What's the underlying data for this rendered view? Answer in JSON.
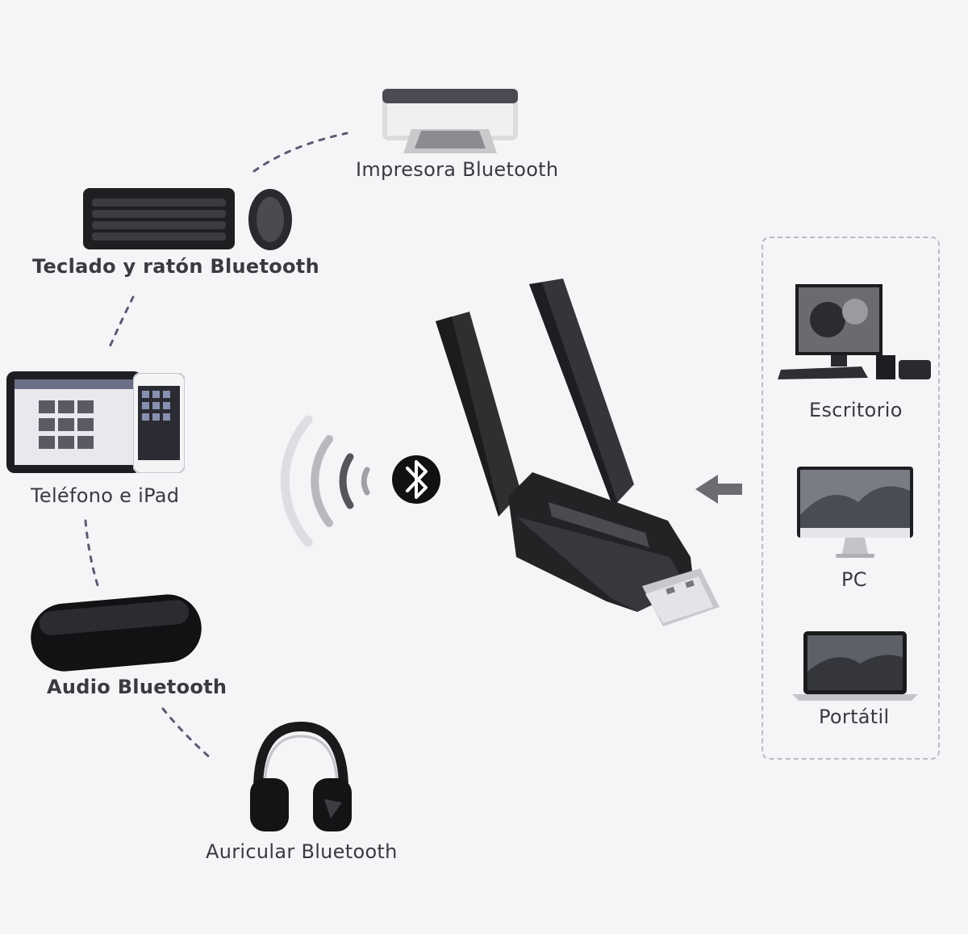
{
  "left_devices": {
    "printer": "Impresora Bluetooth",
    "keyboard_mouse": "Teclado y ratón Bluetooth",
    "phone_tablet": "Teléfono e iPad",
    "speaker": "Audio Bluetooth",
    "headphones": "Auricular Bluetooth"
  },
  "right_devices": {
    "desktop": "Escritorio",
    "pc": "PC",
    "laptop": "Portátil"
  },
  "colors": {
    "background": "#f5f5f7",
    "text": "#3a3a40",
    "dashed_line": "#5a5c73",
    "signal": "#cfcfd4",
    "arrow": "#6b6c72"
  },
  "icons": [
    "bluetooth-icon",
    "signal-waves-icon",
    "arrow-left-icon"
  ]
}
